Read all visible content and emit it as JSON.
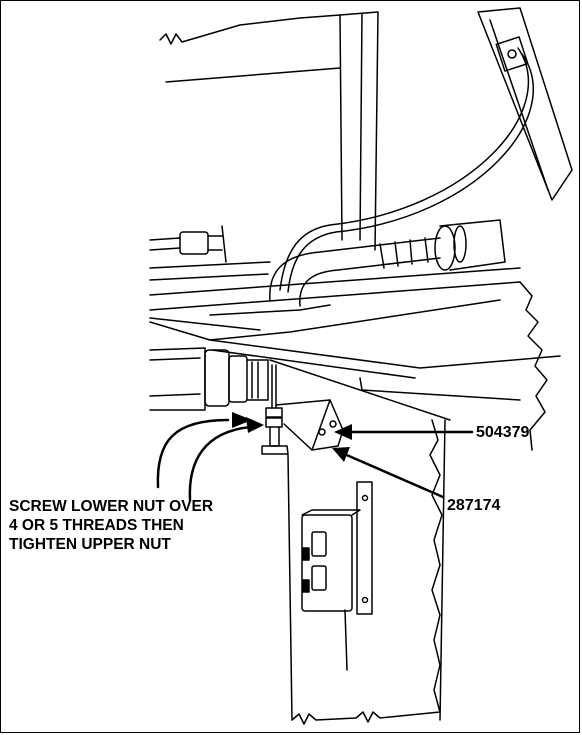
{
  "labels": {
    "part_top": "504379",
    "part_bottom": "287174",
    "instruction_line1": "SCREW LOWER NUT OVER",
    "instruction_line2": "4 OR 5 THREADS THEN",
    "instruction_line3": "TIGHTEN UPPER NUT"
  }
}
